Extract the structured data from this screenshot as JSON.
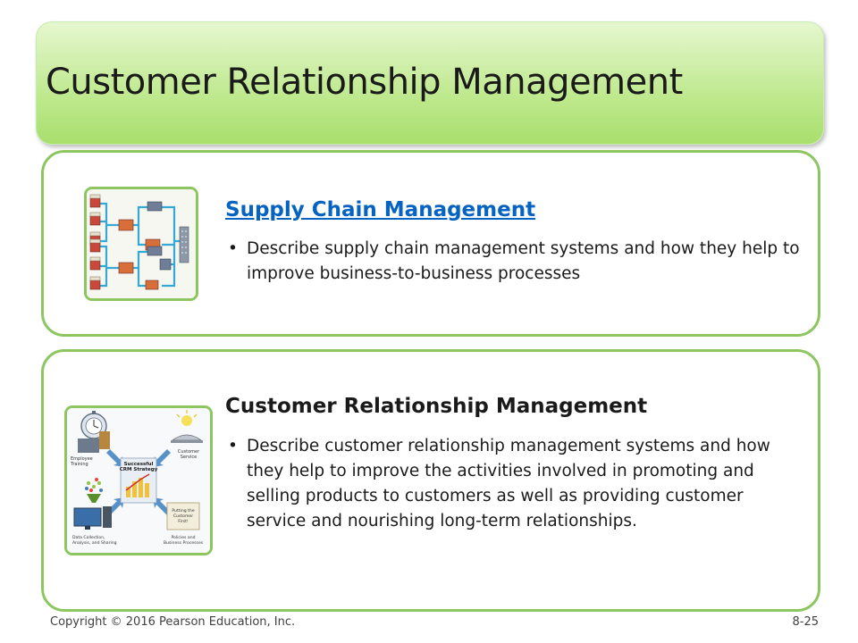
{
  "slide": {
    "title": "Customer Relationship Management"
  },
  "cards": [
    {
      "heading": "Supply Chain Management",
      "bullet": "Describe supply chain management systems and how they help to improve business-to-business processes"
    },
    {
      "heading": "Customer Relationship Management",
      "bullet": "Describe customer relationship management systems and how they help to improve the activities involved in promoting and selling products to customers as well as providing customer service and nourishing long-term relationships.",
      "diagram": {
        "center": [
          "Successful",
          "CRM Strategy"
        ],
        "labels": {
          "employee": [
            "Employee",
            "Training"
          ],
          "customer": [
            "Customer",
            "Service"
          ],
          "data": [
            "Data Collection,",
            "Analysis, and Sharing"
          ],
          "policies": [
            "Policies and",
            "Business Processes"
          ],
          "putting": [
            "Putting the",
            "Customer",
            "First!"
          ]
        }
      }
    }
  ],
  "footer": {
    "copyright": "Copyright © 2016 Pearson Education, Inc.",
    "page": "8-25"
  },
  "colors": {
    "accent_green": "#8dc661",
    "link_blue": "#0563c1"
  }
}
